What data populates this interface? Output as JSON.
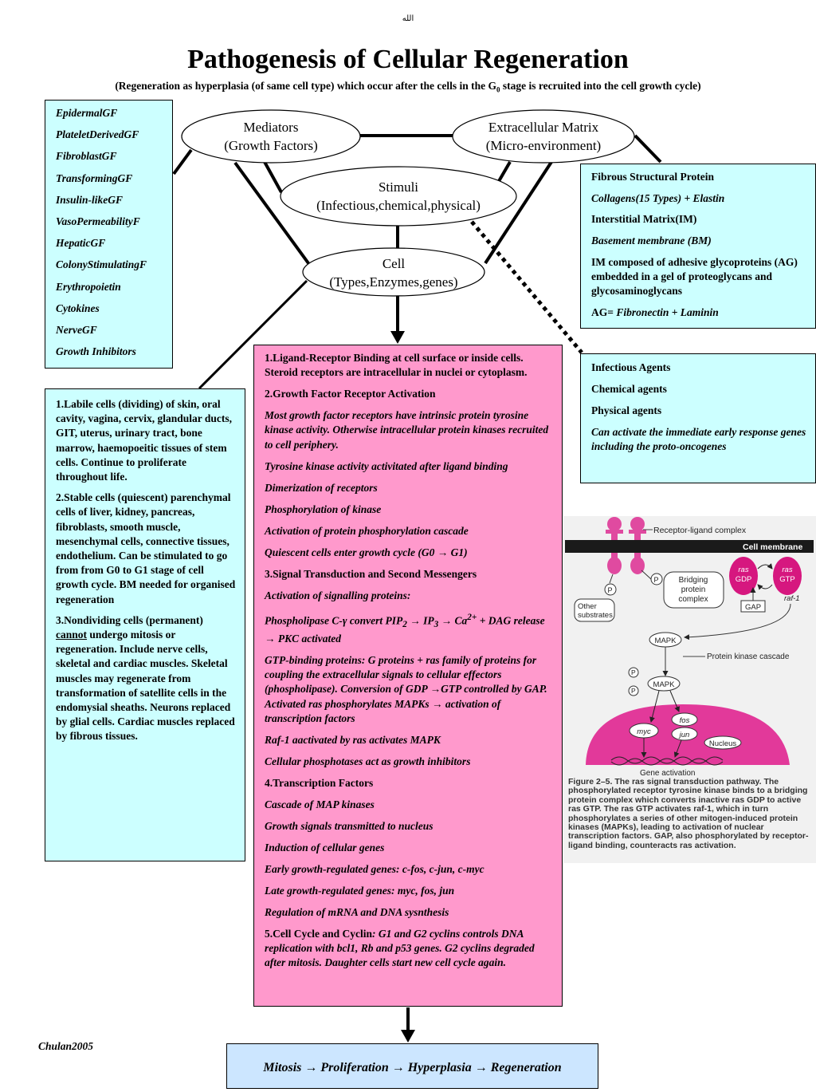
{
  "header": {
    "top_mark": "الله",
    "title": "Pathogenesis of Cellular Regeneration",
    "subtitle_part1": "(Regeneration as hyperplasia (of same cell type) which occur after the cells in the G",
    "subtitle_sub": "0",
    "subtitle_part2": " stage is recruited into the cell growth cycle)"
  },
  "nodes": {
    "mediators": {
      "line1": "Mediators",
      "line2": "(Growth Factors)"
    },
    "ecm": {
      "line1": "Extracellular Matrix",
      "line2": "(Micro-environment)"
    },
    "stimuli": {
      "line1": "Stimuli",
      "line2": "(Infectious,chemical,physical)"
    },
    "cell": {
      "line1": "Cell",
      "line2": "(Types,Enzymes,genes)"
    }
  },
  "growth_factors": [
    "EpidermalGF",
    "PlateletDerivedGF",
    "FibroblastGF",
    "TransformingGF",
    "Insulin-likeGF",
    "VasoPermeabilityF",
    "HepaticGF",
    "ColonyStimulatingF",
    "Erythropoietin",
    "Cytokines",
    "NerveGF",
    "Growth Inhibitors"
  ],
  "cell_types": {
    "labile": "1.Labile cells (dividing) of skin, oral cavity, vagina, cervix, glandular ducts, GIT, uterus, urinary tract, bone marrow, haemopoeitic tissues of stem cells. Continue to proliferate throughout life.",
    "stable": "2.Stable cells (quiescent) parenchymal cells of liver, kidney, pancreas, fibroblasts, smooth muscle, mesenchymal cells, connective tissues, endothelium. Can be stimulated to go from from G0 to G1 stage of cell growth cycle. BM needed for organised regeneration",
    "nondividing_prefix": "3.Nondividing cells (permanent)",
    "nondividing_cannot": "cannot",
    "nondividing_rest": " undergo mitosis or regeneration. Include nerve cells, skeletal and cardiac muscles. Skeletal muscles may regenerate from transformation of  satellite cells in the endomysial sheaths. Neurons replaced by glial cells. Cardiac muscles replaced by fibrous tissues."
  },
  "ecm_box": {
    "l1": "Fibrous Structural Protein",
    "l2": "Collagens(15 Types) + Elastin",
    "l3": "Interstitial Matrix(IM)",
    "l4": "Basement membrane (BM)",
    "l5": "IM composed of adhesive glycoproteins (AG) embedded in a gel of proteoglycans and glycosaminoglycans",
    "l6_prefix": "AG= ",
    "l6_italic": "Fibronectin + Laminin"
  },
  "stimuli_box": {
    "l1": "Infectious Agents",
    "l2": "Chemical agents",
    "l3": "Physical agents",
    "l4": "Can activate the immediate early response genes including the proto-oncogenes"
  },
  "pathway": {
    "p1": "1.Ligand-Receptor Binding at cell surface or inside cells. Steroid receptors are intracellular in nuclei or cytoplasm.",
    "p2": "2.Growth Factor Receptor Activation",
    "p3": "Most growth factor receptors have intrinsic protein tyrosine kinase activity. Otherwise intracellular protein kinases recruited to cell periphery.",
    "p4": "Tyrosine kinase activity activitated after ligand binding",
    "p5": "Dimerization of receptors",
    "p6": "Phosphorylation of kinase",
    "p7": "Activation of protein phosphorylation cascade",
    "p8": "Quiescent cells enter growth cycle (G0 → G1)",
    "p9": "3.Signal Transduction and Second Messengers",
    "p10": "Activation of signalling proteins:",
    "p11a": "Phospholipase C-γ convert PIP",
    "p11b": "2",
    "p11c": " → IP",
    "p11d": "3",
    "p11e": " → Ca",
    "p11f": "2+",
    "p11g": " + DAG release → PKC activated",
    "p12": "GTP-binding proteins: G proteins + ras family of proteins for coupling the extracellular signals to cellular effectors (phospholipase). Conversion of GDP →GTP controlled by GAP. Activated ras phosphorylates MAPKs → activation of transcription factors",
    "p13": "Raf-1 aactivated by ras activates MAPK",
    "p14": "Cellular phosphotases act as growth inhibitors",
    "p15": "4.Transcription Factors",
    "p16": "Cascade of MAP kinases",
    "p17": "Growth signals transmitted to nucleus",
    "p18": "Induction of cellular genes",
    "p19": "Early growth-regulated genes: c-fos, c-jun, c-myc",
    "p20": "Late growth-regulated genes: myc, fos, jun",
    "p21": "Regulation of mRNA and DNA sysnthesis",
    "p22a": "5.Cell Cycle and Cyclin",
    "p22b": ": G1 and G2 cyclins controls DNA replication with bcl1, Rb and p53 genes. G2 cyclins degraded after mitosis. Daughter cells start new cell cycle again."
  },
  "result": "Mitosis → Proliferation →  Hyperplasia →  Regeneration",
  "author": "Chulan2005",
  "figure": {
    "receptor_ligand": "Receptor-ligand complex",
    "cell_membrane": "Cell membrane",
    "p": "P",
    "bridging": [
      "Bridging",
      "protein",
      "complex"
    ],
    "ras": "ras",
    "gdp": "GDP",
    "gtp": "GTP",
    "raf": "raf-1",
    "gap": "GAP",
    "other_substrates": [
      "Other",
      "substrates"
    ],
    "mapk": "MAPK",
    "protein_kinase_cascade": "Protein kinase cascade",
    "fos": "fos",
    "jun": "jun",
    "myc": "myc",
    "nucleus": "Nucleus",
    "gene_activation": "Gene activation",
    "caption": "Figure 2–5. The ras signal transduction pathway. The phosphorylated receptor tyrosine kinase binds to a bridging protein complex which converts inactive ras GDP to active ras GTP. The ras GTP activates raf-1, which in turn phosphorylates a series of other mitogen-induced protein kinases (MAPKs), leading to activation of nuclear transcription factors. GAP, also phosphorylated by receptor-ligand binding, counteracts ras activation."
  },
  "colors": {
    "cyan_box": "#ccffff",
    "pink_box": "#ff99cc",
    "result_box": "#cce6ff",
    "figure_magenta": "#d6177f",
    "nucleus_magenta": "#e2399a"
  }
}
